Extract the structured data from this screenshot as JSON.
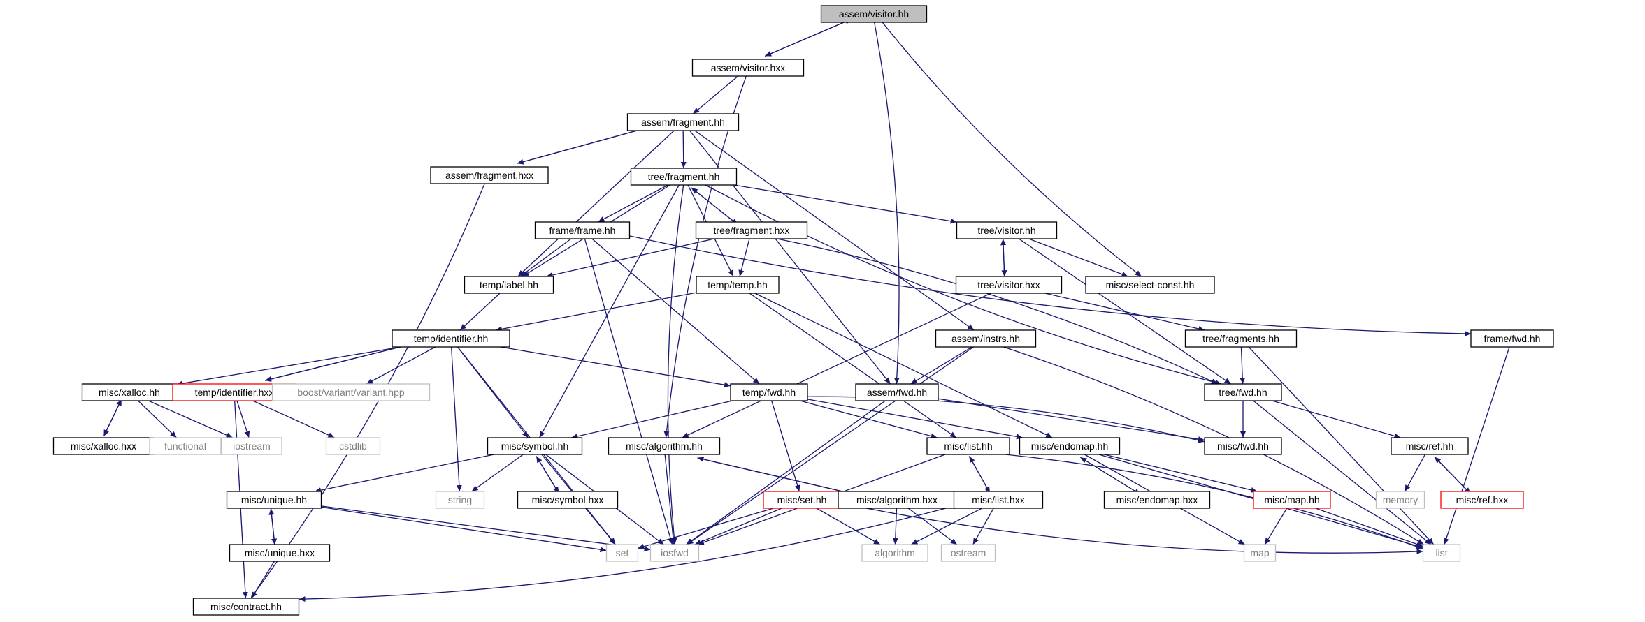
{
  "colors": {
    "edge": "#191970",
    "node_border": "#000000",
    "node_border_error": "#ff0000",
    "node_border_external": "#bfbfbf",
    "node_fill_root": "#bfbfbf",
    "node_fill": "#ffffff",
    "text": "#000000",
    "text_external": "#7f7f7f"
  },
  "nodes": [
    {
      "id": "assem_visitor_hh",
      "label": "assem/visitor.hh",
      "kind": "root"
    },
    {
      "id": "assem_visitor_hxx",
      "label": "assem/visitor.hxx",
      "kind": "normal"
    },
    {
      "id": "assem_fragment_hh",
      "label": "assem/fragment.hh",
      "kind": "normal"
    },
    {
      "id": "assem_fragment_hxx",
      "label": "assem/fragment.hxx",
      "kind": "normal"
    },
    {
      "id": "tree_fragment_hh",
      "label": "tree/fragment.hh",
      "kind": "normal"
    },
    {
      "id": "frame_frame_hh",
      "label": "frame/frame.hh",
      "kind": "normal"
    },
    {
      "id": "tree_fragment_hxx",
      "label": "tree/fragment.hxx",
      "kind": "normal"
    },
    {
      "id": "tree_visitor_hh",
      "label": "tree/visitor.hh",
      "kind": "normal"
    },
    {
      "id": "temp_label_hh",
      "label": "temp/label.hh",
      "kind": "normal"
    },
    {
      "id": "temp_temp_hh",
      "label": "temp/temp.hh",
      "kind": "normal"
    },
    {
      "id": "tree_visitor_hxx",
      "label": "tree/visitor.hxx",
      "kind": "normal"
    },
    {
      "id": "misc_select_const_hh",
      "label": "misc/select-const.hh",
      "kind": "normal"
    },
    {
      "id": "temp_identifier_hh",
      "label": "temp/identifier.hh",
      "kind": "normal"
    },
    {
      "id": "assem_instrs_hh",
      "label": "assem/instrs.hh",
      "kind": "normal"
    },
    {
      "id": "tree_fragments_hh",
      "label": "tree/fragments.hh",
      "kind": "normal"
    },
    {
      "id": "frame_fwd_hh",
      "label": "frame/fwd.hh",
      "kind": "normal"
    },
    {
      "id": "misc_xalloc_hh",
      "label": "misc/xalloc.hh",
      "kind": "normal"
    },
    {
      "id": "temp_identifier_hxx",
      "label": "temp/identifier.hxx",
      "kind": "error"
    },
    {
      "id": "boost_variant",
      "label": "boost/variant/variant.hpp",
      "kind": "external"
    },
    {
      "id": "temp_fwd_hh",
      "label": "temp/fwd.hh",
      "kind": "normal"
    },
    {
      "id": "assem_fwd_hh",
      "label": "assem/fwd.hh",
      "kind": "normal"
    },
    {
      "id": "tree_fwd_hh",
      "label": "tree/fwd.hh",
      "kind": "normal"
    },
    {
      "id": "misc_xalloc_hxx",
      "label": "misc/xalloc.hxx",
      "kind": "normal"
    },
    {
      "id": "functional",
      "label": "functional",
      "kind": "external"
    },
    {
      "id": "iostream",
      "label": "iostream",
      "kind": "external"
    },
    {
      "id": "cstdlib",
      "label": "cstdlib",
      "kind": "external"
    },
    {
      "id": "misc_symbol_hh",
      "label": "misc/symbol.hh",
      "kind": "normal"
    },
    {
      "id": "misc_algorithm_hh",
      "label": "misc/algorithm.hh",
      "kind": "normal"
    },
    {
      "id": "misc_list_hh",
      "label": "misc/list.hh",
      "kind": "normal"
    },
    {
      "id": "misc_endomap_hh",
      "label": "misc/endomap.hh",
      "kind": "normal"
    },
    {
      "id": "misc_fwd_hh",
      "label": "misc/fwd.hh",
      "kind": "normal"
    },
    {
      "id": "misc_ref_hh",
      "label": "misc/ref.hh",
      "kind": "normal"
    },
    {
      "id": "string",
      "label": "string",
      "kind": "external"
    },
    {
      "id": "misc_symbol_hxx",
      "label": "misc/symbol.hxx",
      "kind": "normal"
    },
    {
      "id": "misc_unique_hh",
      "label": "misc/unique.hh",
      "kind": "normal"
    },
    {
      "id": "misc_set_hh",
      "label": "misc/set.hh",
      "kind": "error"
    },
    {
      "id": "misc_algorithm_hxx",
      "label": "misc/algorithm.hxx",
      "kind": "normal"
    },
    {
      "id": "misc_list_hxx",
      "label": "misc/list.hxx",
      "kind": "normal"
    },
    {
      "id": "misc_endomap_hxx",
      "label": "misc/endomap.hxx",
      "kind": "normal"
    },
    {
      "id": "misc_map_hh",
      "label": "misc/map.hh",
      "kind": "error"
    },
    {
      "id": "memory",
      "label": "memory",
      "kind": "external"
    },
    {
      "id": "misc_ref_hxx",
      "label": "misc/ref.hxx",
      "kind": "error"
    },
    {
      "id": "misc_unique_hxx",
      "label": "misc/unique.hxx",
      "kind": "normal"
    },
    {
      "id": "set",
      "label": "set",
      "kind": "external"
    },
    {
      "id": "iosfwd",
      "label": "iosfwd",
      "kind": "external"
    },
    {
      "id": "algorithm",
      "label": "algorithm",
      "kind": "external"
    },
    {
      "id": "ostream",
      "label": "ostream",
      "kind": "external"
    },
    {
      "id": "map",
      "label": "map",
      "kind": "external"
    },
    {
      "id": "list",
      "label": "list",
      "kind": "external"
    },
    {
      "id": "misc_contract_hh",
      "label": "misc/contract.hh",
      "kind": "normal"
    }
  ],
  "edges": [
    [
      "assem_visitor_hh",
      "assem_visitor_hxx"
    ],
    [
      "assem_visitor_hxx",
      "assem_visitor_hh"
    ],
    [
      "assem_visitor_hh",
      "assem_fwd_hh"
    ],
    [
      "assem_visitor_hh",
      "misc_select_const_hh"
    ],
    [
      "assem_visitor_hxx",
      "assem_fragment_hh"
    ],
    [
      "assem_visitor_hxx",
      "misc_algorithm_hh"
    ],
    [
      "assem_fragment_hh",
      "assem_fragment_hxx"
    ],
    [
      "assem_fragment_hxx",
      "assem_fragment_hh"
    ],
    [
      "assem_fragment_hh",
      "tree_fragment_hh"
    ],
    [
      "assem_fragment_hh",
      "temp_label_hh"
    ],
    [
      "assem_fragment_hh",
      "assem_fwd_hh"
    ],
    [
      "assem_fragment_hh",
      "assem_instrs_hh"
    ],
    [
      "assem_fragment_hxx",
      "misc_contract_hh"
    ],
    [
      "tree_fragment_hh",
      "tree_fragment_hxx"
    ],
    [
      "tree_fragment_hxx",
      "tree_fragment_hh"
    ],
    [
      "tree_fragment_hh",
      "frame_frame_hh"
    ],
    [
      "tree_fragment_hh",
      "temp_label_hh"
    ],
    [
      "tree_fragment_hh",
      "temp_temp_hh"
    ],
    [
      "tree_fragment_hh",
      "tree_visitor_hh"
    ],
    [
      "tree_fragment_hh",
      "tree_fwd_hh"
    ],
    [
      "tree_fragment_hh",
      "misc_symbol_hh"
    ],
    [
      "tree_fragment_hh",
      "iosfwd"
    ],
    [
      "frame_frame_hh",
      "temp_label_hh"
    ],
    [
      "frame_frame_hh",
      "frame_fwd_hh"
    ],
    [
      "frame_frame_hh",
      "temp_fwd_hh"
    ],
    [
      "frame_frame_hh",
      "iosfwd"
    ],
    [
      "tree_fragment_hxx",
      "temp_label_hh"
    ],
    [
      "tree_fragment_hxx",
      "temp_temp_hh"
    ],
    [
      "tree_fragment_hxx",
      "tree_fwd_hh"
    ],
    [
      "tree_visitor_hh",
      "tree_visitor_hxx"
    ],
    [
      "tree_visitor_hxx",
      "tree_visitor_hh"
    ],
    [
      "tree_visitor_hh",
      "misc_select_const_hh"
    ],
    [
      "tree_visitor_hh",
      "tree_fwd_hh"
    ],
    [
      "tree_visitor_hxx",
      "misc_algorithm_hh"
    ],
    [
      "tree_visitor_hxx",
      "tree_fragments_hh"
    ],
    [
      "temp_label_hh",
      "temp_identifier_hh"
    ],
    [
      "temp_temp_hh",
      "temp_identifier_hh"
    ],
    [
      "temp_temp_hh",
      "misc_list_hh"
    ],
    [
      "temp_temp_hh",
      "misc_endomap_hh"
    ],
    [
      "temp_identifier_hh",
      "temp_identifier_hxx"
    ],
    [
      "temp_identifier_hxx",
      "temp_identifier_hh"
    ],
    [
      "temp_identifier_hh",
      "misc_xalloc_hh"
    ],
    [
      "temp_identifier_hh",
      "boost_variant"
    ],
    [
      "temp_identifier_hh",
      "temp_fwd_hh"
    ],
    [
      "temp_identifier_hh",
      "misc_symbol_hh"
    ],
    [
      "temp_identifier_hh",
      "string"
    ],
    [
      "temp_identifier_hh",
      "set"
    ],
    [
      "temp_identifier_hxx",
      "iostream"
    ],
    [
      "temp_identifier_hxx",
      "cstdlib"
    ],
    [
      "temp_identifier_hxx",
      "misc_contract_hh"
    ],
    [
      "assem_instrs_hh",
      "assem_fwd_hh"
    ],
    [
      "assem_instrs_hh",
      "iosfwd"
    ],
    [
      "assem_instrs_hh",
      "list"
    ],
    [
      "tree_fragments_hh",
      "tree_fwd_hh"
    ],
    [
      "tree_fragments_hh",
      "list"
    ],
    [
      "frame_fwd_hh",
      "list"
    ],
    [
      "misc_xalloc_hh",
      "misc_xalloc_hxx"
    ],
    [
      "misc_xalloc_hxx",
      "misc_xalloc_hh"
    ],
    [
      "misc_xalloc_hh",
      "functional"
    ],
    [
      "misc_xalloc_hh",
      "iostream"
    ],
    [
      "temp_fwd_hh",
      "misc_symbol_hh"
    ],
    [
      "temp_fwd_hh",
      "misc_set_hh"
    ],
    [
      "temp_fwd_hh",
      "misc_list_hh"
    ],
    [
      "temp_fwd_hh",
      "misc_endomap_hh"
    ],
    [
      "temp_fwd_hh",
      "misc_fwd_hh"
    ],
    [
      "assem_fwd_hh",
      "misc_fwd_hh"
    ],
    [
      "assem_fwd_hh",
      "iosfwd"
    ],
    [
      "tree_fwd_hh",
      "misc_fwd_hh"
    ],
    [
      "tree_fwd_hh",
      "misc_ref_hh"
    ],
    [
      "tree_fwd_hh",
      "list"
    ],
    [
      "misc_symbol_hh",
      "misc_symbol_hxx"
    ],
    [
      "misc_symbol_hxx",
      "misc_symbol_hh"
    ],
    [
      "misc_symbol_hh",
      "misc_unique_hh"
    ],
    [
      "misc_symbol_hh",
      "string"
    ],
    [
      "misc_symbol_hh",
      "set"
    ],
    [
      "misc_symbol_hh",
      "iosfwd"
    ],
    [
      "misc_algorithm_hh",
      "misc_algorithm_hxx"
    ],
    [
      "misc_algorithm_hxx",
      "misc_algorithm_hh"
    ],
    [
      "misc_algorithm_hh",
      "iosfwd"
    ],
    [
      "misc_list_hh",
      "misc_list_hxx"
    ],
    [
      "misc_list_hxx",
      "misc_list_hh"
    ],
    [
      "misc_list_hh",
      "iosfwd"
    ],
    [
      "misc_list_hh",
      "list"
    ],
    [
      "misc_endomap_hh",
      "misc_endomap_hxx"
    ],
    [
      "misc_endomap_hxx",
      "misc_endomap_hh"
    ],
    [
      "misc_endomap_hh",
      "misc_map_hh"
    ],
    [
      "misc_endomap_hh",
      "map"
    ],
    [
      "misc_endomap_hh",
      "list"
    ],
    [
      "misc_ref_hh",
      "misc_ref_hxx"
    ],
    [
      "misc_ref_hxx",
      "misc_ref_hh"
    ],
    [
      "misc_ref_hh",
      "memory"
    ],
    [
      "misc_unique_hh",
      "misc_unique_hxx"
    ],
    [
      "misc_unique_hxx",
      "misc_unique_hh"
    ],
    [
      "misc_unique_hh",
      "set"
    ],
    [
      "misc_unique_hh",
      "iosfwd"
    ],
    [
      "misc_unique_hxx",
      "misc_contract_hh"
    ],
    [
      "misc_set_hh",
      "set"
    ],
    [
      "misc_set_hh",
      "iosfwd"
    ],
    [
      "misc_set_hh",
      "algorithm"
    ],
    [
      "misc_set_hh",
      "list"
    ],
    [
      "misc_algorithm_hxx",
      "algorithm"
    ],
    [
      "misc_algorithm_hxx",
      "ostream"
    ],
    [
      "misc_list_hxx",
      "algorithm"
    ],
    [
      "misc_list_hxx",
      "ostream"
    ],
    [
      "misc_list_hxx",
      "misc_contract_hh"
    ],
    [
      "misc_map_hh",
      "map"
    ],
    [
      "misc_map_hh",
      "list"
    ]
  ]
}
